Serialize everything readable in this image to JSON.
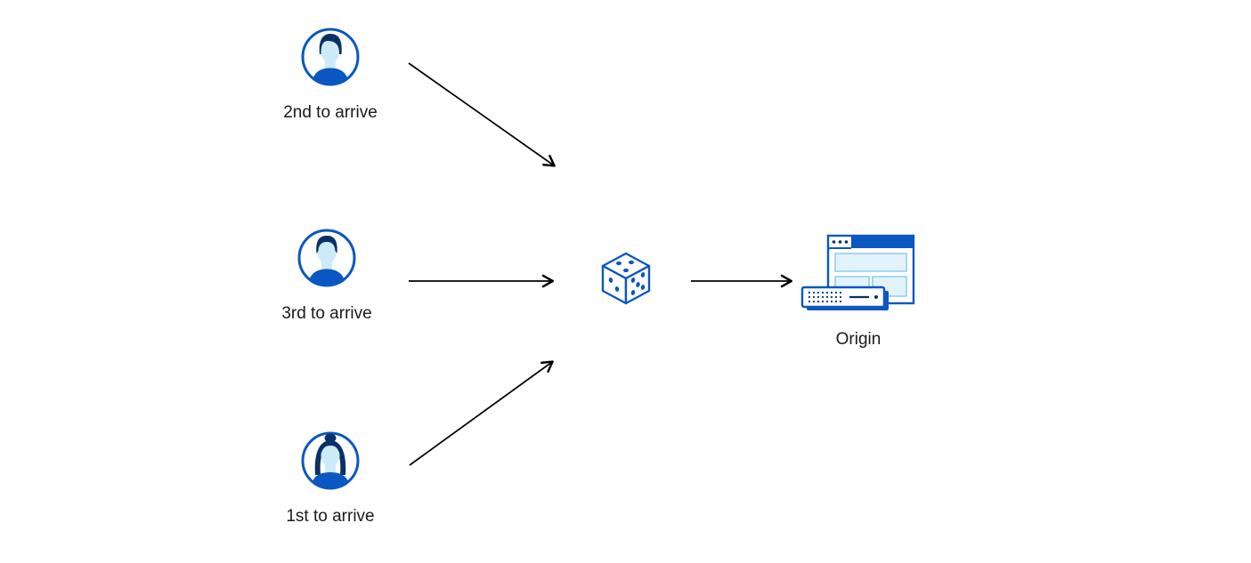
{
  "diagram": {
    "users": [
      {
        "id": "second",
        "label": "2nd to arrive",
        "icon": "man-swoop-hair-avatar-icon"
      },
      {
        "id": "third",
        "label": "3rd to arrive",
        "icon": "man-short-hair-avatar-icon"
      },
      {
        "id": "first",
        "label": "1st to arrive",
        "icon": "woman-bun-avatar-icon"
      }
    ],
    "center": {
      "icon": "dice-icon"
    },
    "origin": {
      "label": "Origin",
      "icon": "origin-server-browser-icon"
    }
  },
  "colors": {
    "primary_blue": "#0b57c2",
    "light_blue_fill": "#d9effa",
    "content_block_fill": "#e3f3fc",
    "content_block_stroke": "#86c8ea",
    "dark_navy": "#0a3166",
    "arrow_black": "#000000",
    "text_color": "#1a1a1a",
    "background": "#ffffff"
  }
}
